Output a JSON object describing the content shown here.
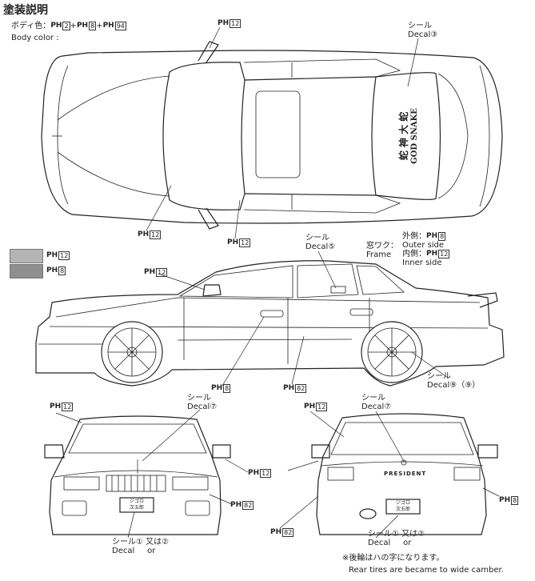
{
  "header": {
    "title": "塗装説明"
  },
  "body_color": {
    "label_jp": "ボディ色：",
    "label_en": "Body color :",
    "codes": [
      "2",
      "8",
      "94"
    ],
    "plus": "+"
  },
  "paint_prefix": "PH",
  "swatches": [
    {
      "code": "12",
      "color": "#b4b4b4"
    },
    {
      "code": "8",
      "color": "#8f8f8f"
    }
  ],
  "callouts": {
    "top_mirror": "12",
    "top_left": "12",
    "top_center": "12",
    "side_mirror": "12",
    "side_handle": "8",
    "side_skirt": "82",
    "front_top": "12",
    "front_grille": "12",
    "front_bumper": "82",
    "rear_top": "12",
    "rear_bumper": "8",
    "rear_bottom": "82"
  },
  "decals": {
    "seal": "シール",
    "decal": "Decal",
    "roof_num": "③",
    "window_num": "⑤",
    "wheel_num": "⑨（⑨）",
    "front_num": "⑦",
    "rear_num": "⑦",
    "plate_front_num1": "①",
    "plate_front_or_jp": "又は",
    "plate_front_or_en": "or",
    "plate_front_num2": "②",
    "plate_rear_num1": "①",
    "plate_rear_or_jp": "又は",
    "plate_rear_or_en": "or",
    "plate_rear_num2": "②"
  },
  "window_frame": {
    "jp": "窓ワク：",
    "en": "Frame",
    "outer_jp": "外側：",
    "outer_code": "8",
    "outer_en": "Outer side",
    "inner_jp": "内側：",
    "inner_code": "12",
    "inner_en": "Inner side"
  },
  "car": {
    "hood_text_1": "GOD SNAKE",
    "hood_text_2": "蛇 神 大 蛇",
    "trunk_badge": "PRESIDENT",
    "plate_line1": "ジゴロ",
    "plate_line2": "次五郎"
  },
  "footnote": {
    "jp": "※後輪はハの字になります。",
    "en": "Rear tires are became to wide camber."
  }
}
